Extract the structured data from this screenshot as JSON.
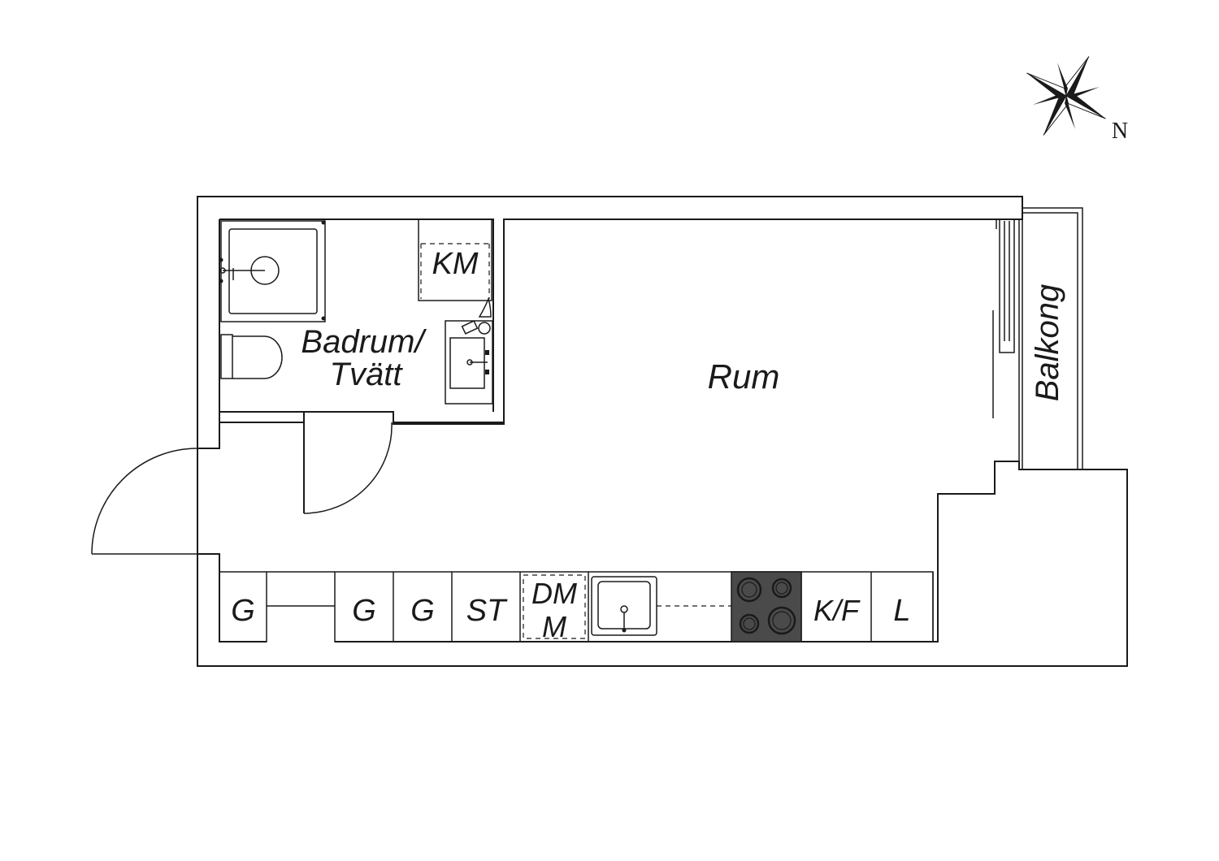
{
  "rooms": {
    "rum": "Rum",
    "badrum_line1": "Badrum/",
    "badrum_line2": "Tvätt",
    "balkong": "Balkong",
    "km": "KM"
  },
  "kitchen": {
    "g1": "G",
    "g2": "G",
    "g3": "G",
    "st": "ST",
    "dm_line1": "DM",
    "dm_line2": "M",
    "kf": "K/F",
    "l": "L"
  },
  "compass": {
    "north_label": "N",
    "needle_icon": "compass-rose-icon"
  },
  "colors": {
    "line": "#1a1a1a",
    "stove": "#4a4a4a",
    "background": "#ffffff"
  }
}
